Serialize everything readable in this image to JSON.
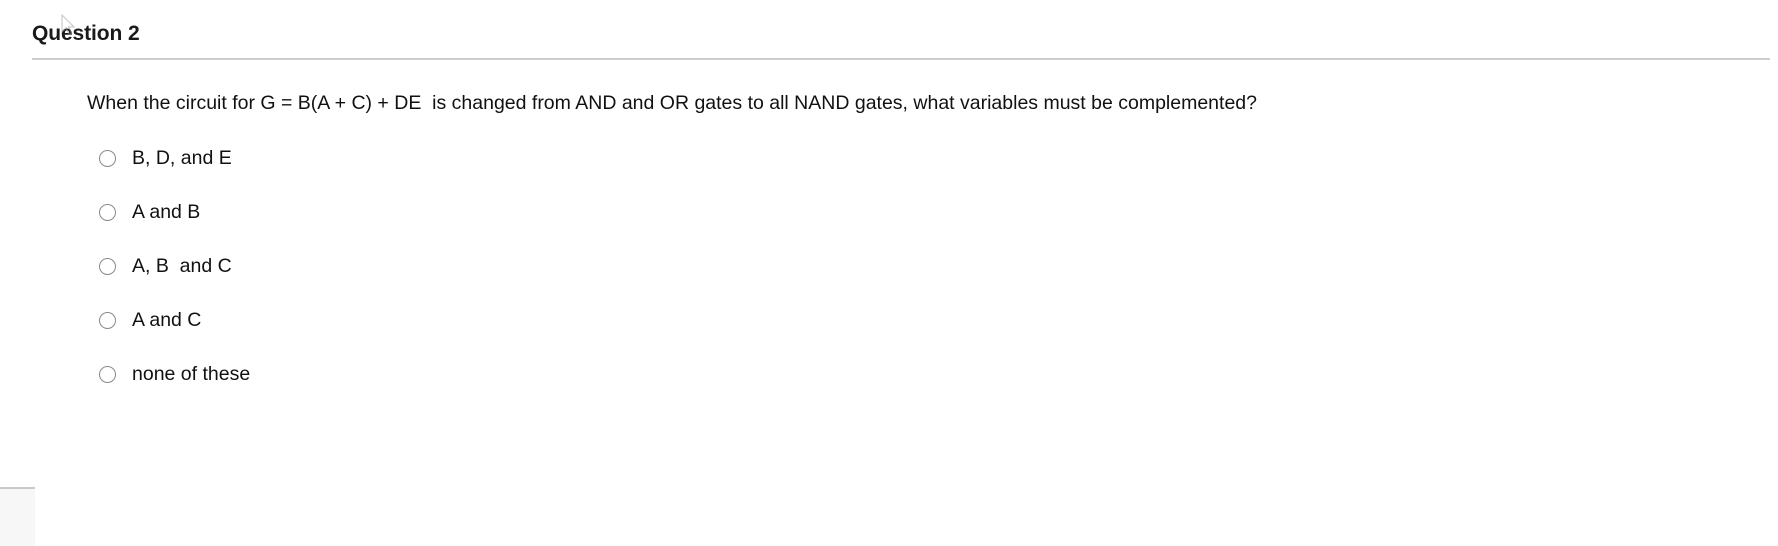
{
  "header": {
    "title": "Question 2"
  },
  "question": {
    "prompt": "When the circuit for G = B(A + C) + DE  is changed from AND and OR gates to all NAND gates, what variables must be complemented?"
  },
  "options": [
    {
      "label": "B, D, and E",
      "selected": false
    },
    {
      "label": "A and B",
      "selected": false
    },
    {
      "label": "A, B  and C",
      "selected": false
    },
    {
      "label": "A and C",
      "selected": false
    },
    {
      "label": "none of these",
      "selected": false
    }
  ],
  "colors": {
    "text": "#111111",
    "title": "#1a1a1a",
    "divider": "#cdcdcd",
    "radio_border": "#8a8a8a",
    "panel_fill": "#f7f7f7",
    "panel_border": "#c9c9c9",
    "background": "#ffffff"
  },
  "icons": {
    "cursor": "mouse-pointer-icon",
    "radio": "radio-button-unchecked-icon"
  }
}
